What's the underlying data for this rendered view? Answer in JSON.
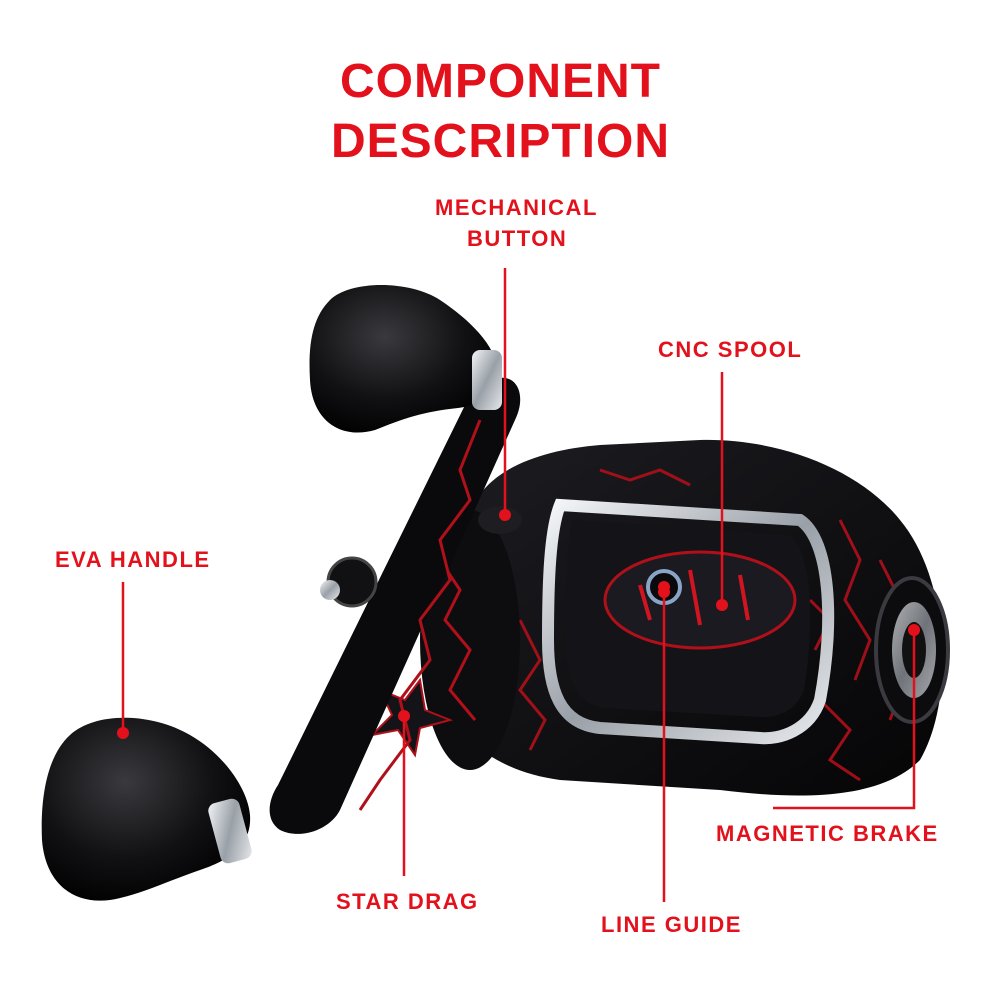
{
  "title": {
    "line1": "COMPONENT",
    "line2": "DESCRIPTION"
  },
  "labels": {
    "mechanical_button_line1": "MECHANICAL",
    "mechanical_button_line2": "BUTTON",
    "cnc_spool": "CNC SPOOL",
    "eva_handle": "EVA HANDLE",
    "magnetic_brake": "MAGNETIC BRAKE",
    "star_drag": "STAR DRAG",
    "line_guide": "LINE GUIDE"
  },
  "colors": {
    "accent": "#e3111c",
    "reel_body": "#0c0c0e",
    "reel_pattern": "#b0101a",
    "chrome": "#c9cdd2"
  },
  "icon": "baitcasting-reel"
}
